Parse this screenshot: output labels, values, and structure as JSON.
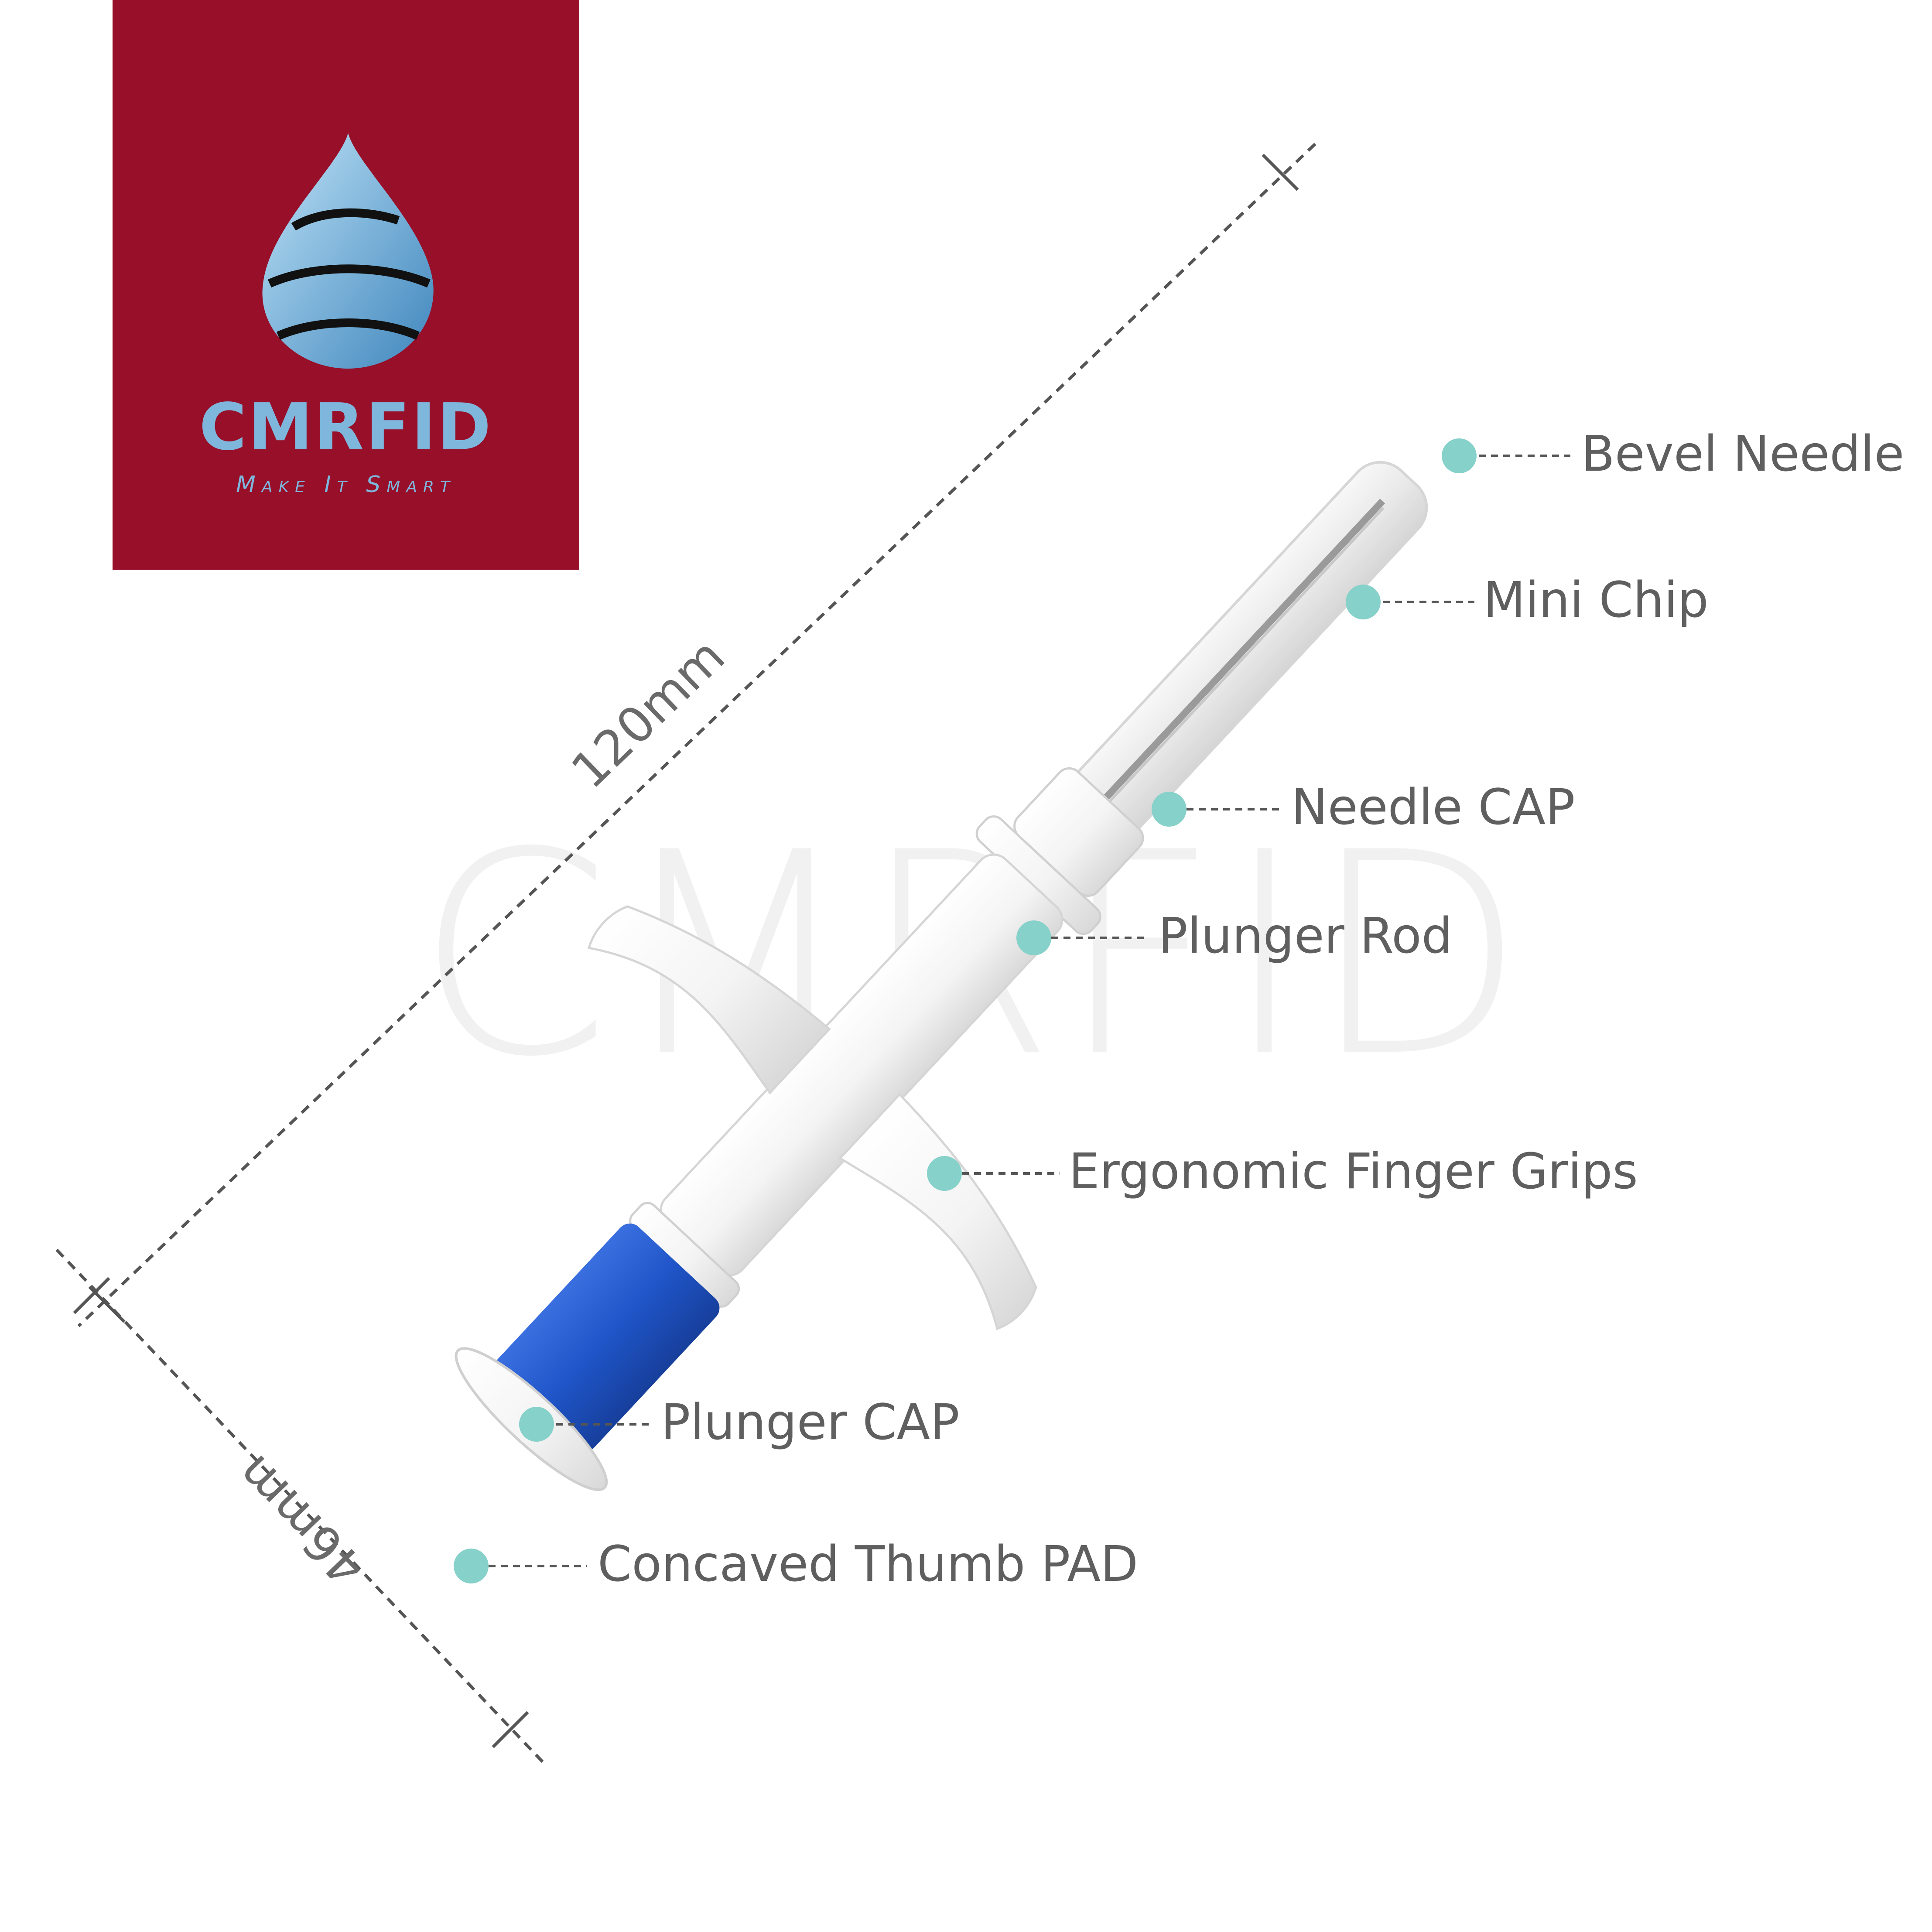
{
  "brand": {
    "name": "CMRFID",
    "tagline": "Make It Smart",
    "watermark": "CMRFID",
    "colors": {
      "logo_bg": "#970f29",
      "logo_text": "#7fb6dc",
      "accent_dot": "#86d1c9",
      "plunger_cap": "#1f55c8"
    }
  },
  "dimensions": {
    "length": "120mm",
    "width": "46mm"
  },
  "parts": {
    "bevel_needle": "Bevel Needle",
    "mini_chip": "Mini Chip",
    "needle_cap": "Needle CAP",
    "plunger_rod": "Plunger Rod",
    "finger_grips": "Ergonomic Finger Grips",
    "plunger_cap": "Plunger CAP",
    "thumb_pad": "Concaved Thumb PAD"
  }
}
